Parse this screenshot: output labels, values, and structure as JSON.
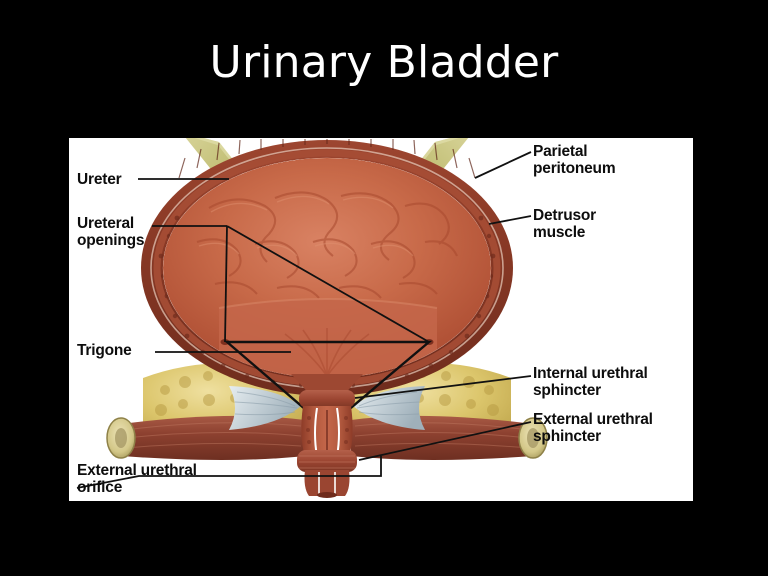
{
  "slide": {
    "title": "Urinary Bladder",
    "background_color": "#000000",
    "title_color": "#ffffff"
  },
  "figure": {
    "background_color": "#ffffff",
    "subject": "urinary-bladder-coronal-section",
    "colors": {
      "detrusor_muscle": "#8b3a26",
      "mucosa_interior": "#c0563a",
      "mucosa_light": "#d07050",
      "ureter_tube": "#c3c07a",
      "adipose_fat": "#d9c36a",
      "sphincter_fascia": "#cdd7dc",
      "muscle_band": "#a9523f",
      "leader_line": "#111111",
      "serosa_highlight": "#ffffff"
    },
    "labels": {
      "ureter": "Ureter",
      "ureteral_openings": "Ureteral\nopenings",
      "trigone": "Trigone",
      "external_urethral_orifice": "External urethral\norifice",
      "parietal_peritoneum": "Parietal\nperitoneum",
      "detrusor_muscle": "Detrusor\nmuscle",
      "internal_urethral_sphincter": "Internal urethral\nsphincter",
      "external_urethral_sphincter": "External urethral\nsphincter"
    }
  }
}
